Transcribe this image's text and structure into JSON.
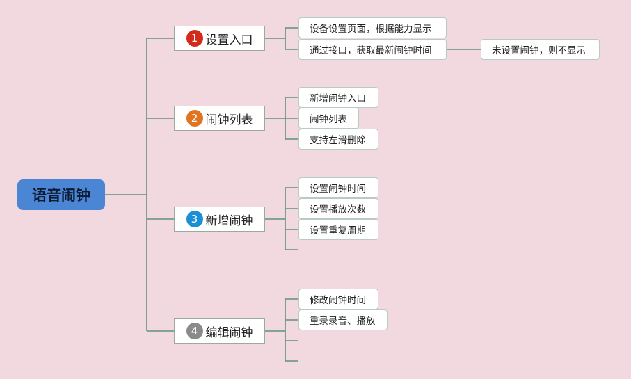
{
  "root": {
    "label": "语音闹钟",
    "color": "#4a86d4"
  },
  "line_color": "#5e8f80",
  "branches": [
    {
      "number": "1",
      "badge_color": "#d42a1c",
      "label": "设置入口",
      "children": [
        {
          "label": "设备设置页面，根据能力显示"
        },
        {
          "label": "通过接口，获取最新闹钟时间",
          "children": [
            {
              "label": "未设置闹钟，则不显示"
            }
          ]
        }
      ]
    },
    {
      "number": "2",
      "badge_color": "#e07420",
      "label": "闹钟列表",
      "children": [
        {
          "label": "新增闹钟入口"
        },
        {
          "label": "闹钟列表"
        },
        {
          "label": "支持左滑删除"
        }
      ]
    },
    {
      "number": "3",
      "badge_color": "#1a8fd6",
      "label": "新增闹钟",
      "children": [
        {
          "label": "设置闹钟时间"
        },
        {
          "label": "设置播放次数"
        },
        {
          "label": "设置重复周期"
        },
        {
          "label": ""
        }
      ]
    },
    {
      "number": "4",
      "badge_color": "#8a8a8a",
      "label": "编辑闹钟",
      "children": [
        {
          "label": "修改闹钟时间"
        },
        {
          "label": "重录录音、播放"
        },
        {
          "label": ""
        },
        {
          "label": ""
        }
      ]
    }
  ]
}
